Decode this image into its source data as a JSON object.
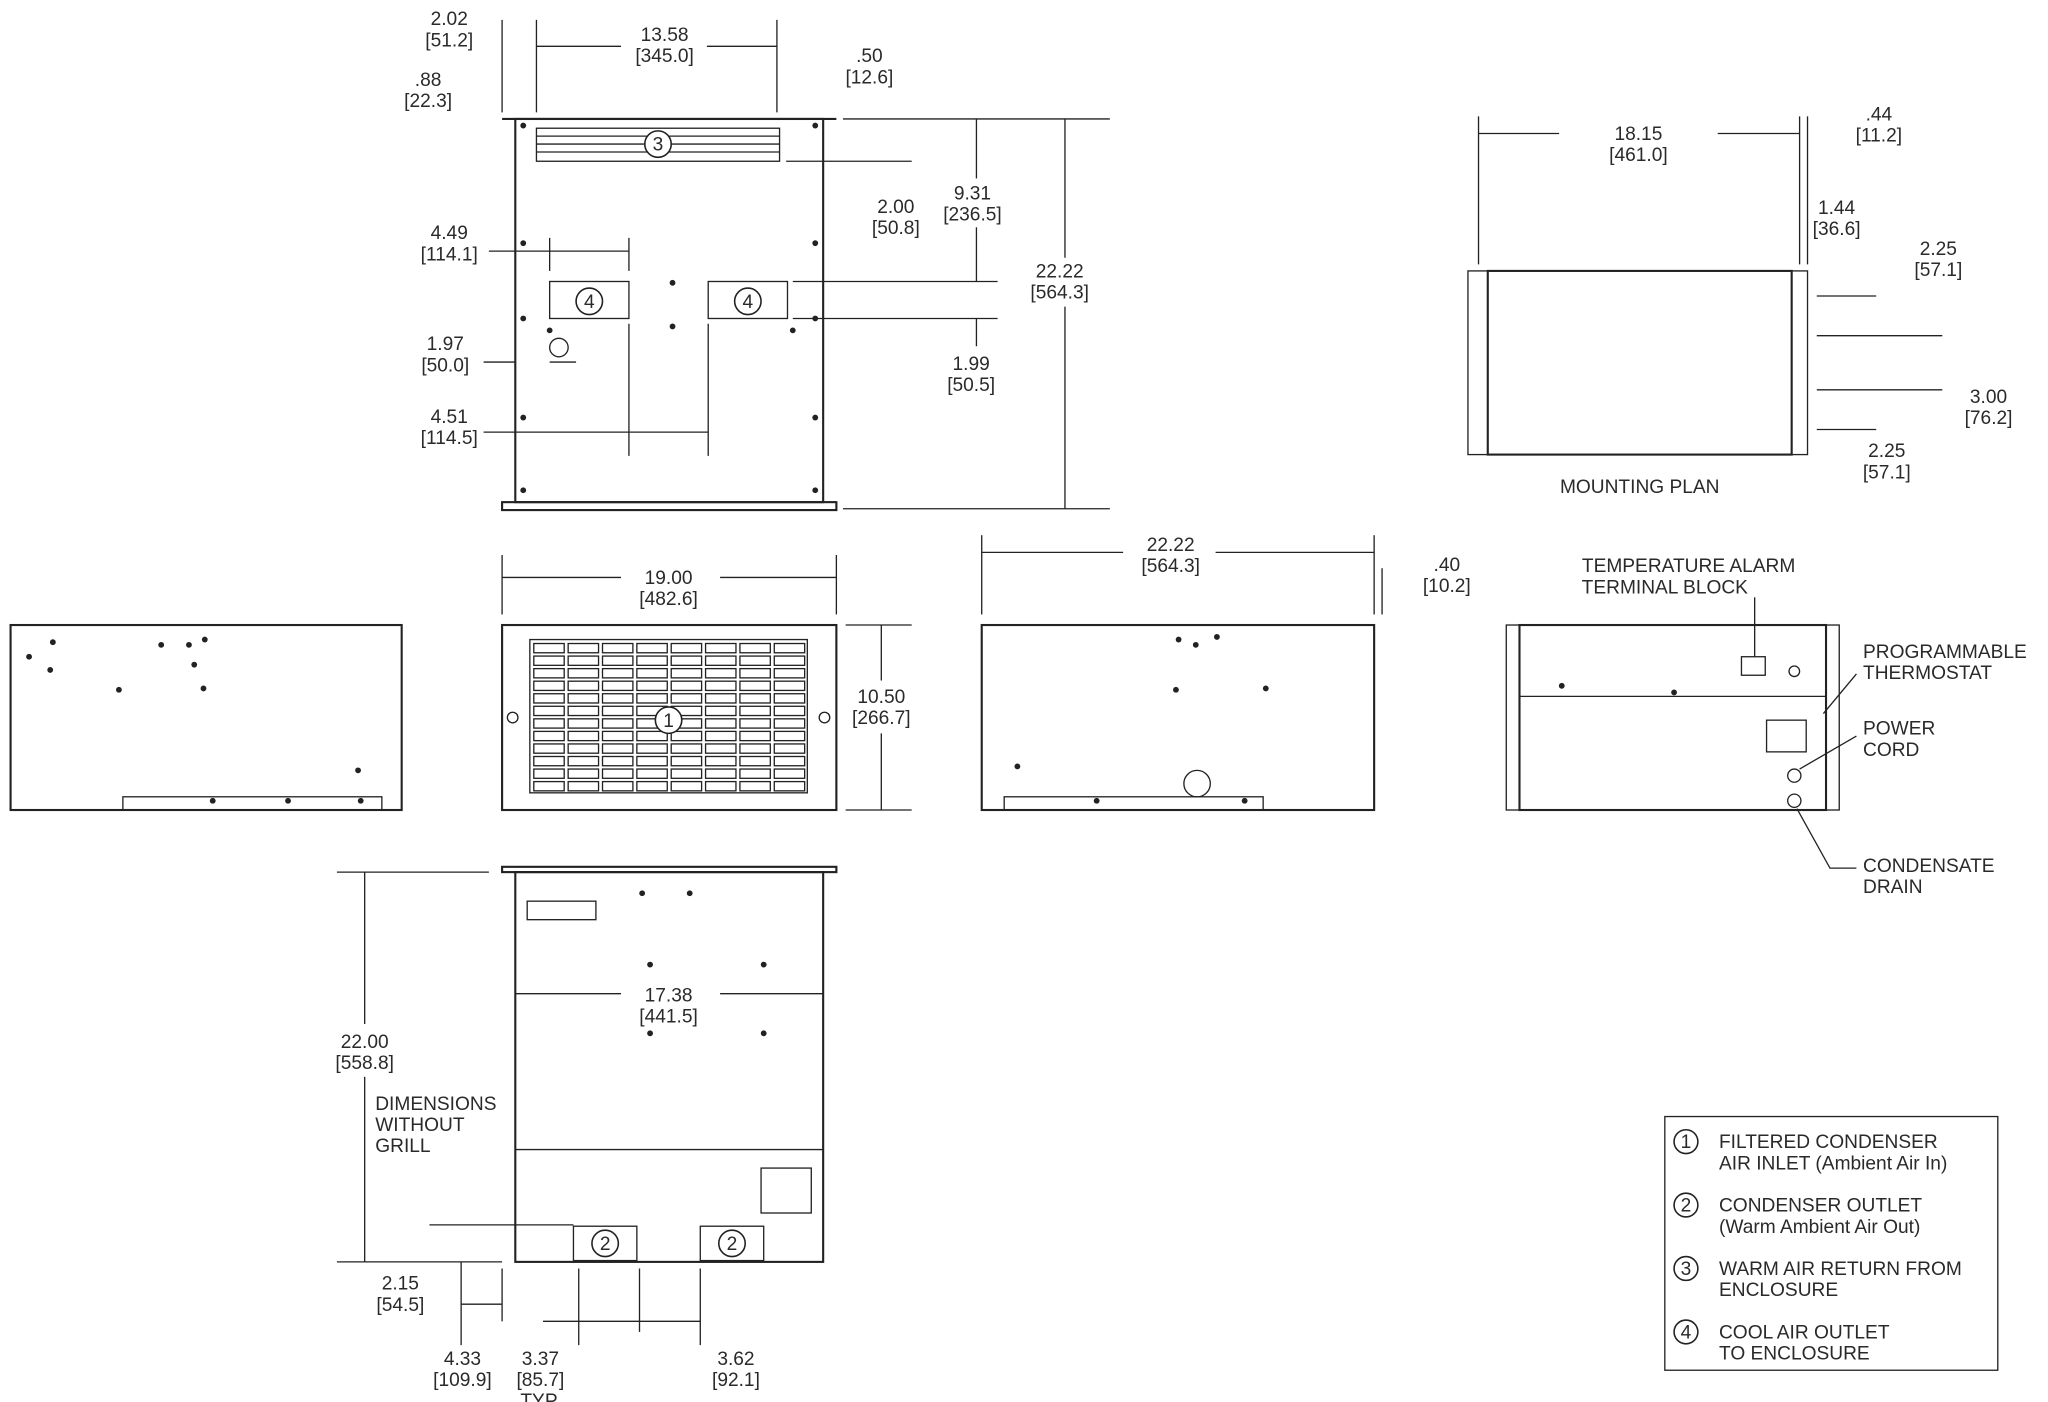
{
  "dims": [
    {
      "value": "2.02",
      "metric": "[51.2]"
    },
    {
      "value": ".88",
      "metric": "[22.3]"
    },
    {
      "value": "13.58",
      "metric": "[345.0]"
    },
    {
      "value": ".50",
      "metric": "[12.6]"
    },
    {
      "value": "2.00",
      "metric": "[50.8]"
    },
    {
      "value": "9.31",
      "metric": "[236.5]"
    },
    {
      "value": "22.22",
      "metric": "[564.3]"
    },
    {
      "value": "4.49",
      "metric": "[114.1]"
    },
    {
      "value": "1.97",
      "metric": "[50.0]"
    },
    {
      "value": "4.51",
      "metric": "[114.5]"
    },
    {
      "value": "1.99",
      "metric": "[50.5]"
    },
    {
      "value": "18.15",
      "metric": "[461.0]"
    },
    {
      "value": ".44",
      "metric": "[11.2]"
    },
    {
      "value": "1.44",
      "metric": "[36.6]"
    },
    {
      "value": "2.25",
      "metric": "[57.1]"
    },
    {
      "value": "3.00",
      "metric": "[76.2]"
    },
    {
      "value": "2.25",
      "metric": "[57.1]"
    },
    {
      "value": "19.00",
      "metric": "[482.6]"
    },
    {
      "value": "10.50",
      "metric": "[266.7]"
    },
    {
      "value": "22.22",
      "metric": "[564.3]"
    },
    {
      "value": ".40",
      "metric": "[10.2]"
    },
    {
      "value": "17.38",
      "metric": "[441.5]"
    },
    {
      "value": "22.00",
      "metric": "[558.8]"
    },
    {
      "value": "2.15",
      "metric": "[54.5]"
    },
    {
      "value": "4.33",
      "metric": "[109.9]"
    },
    {
      "value": "3.37",
      "metric": "[85.7]",
      "note": "TYP."
    },
    {
      "value": "3.62",
      "metric": "[92.1]"
    }
  ],
  "labels": {
    "mounting_plan": "MOUNTING PLAN",
    "temp_alarm_1": "TEMPERATURE ALARM",
    "temp_alarm_2": "TERMINAL BLOCK",
    "thermostat_1": "PROGRAMMABLE",
    "thermostat_2": "THERMOSTAT",
    "power_1": "POWER",
    "power_2": "CORD",
    "drain_1": "CONDENSATE",
    "drain_2": "DRAIN",
    "no_grill_1": "DIMENSIONS",
    "no_grill_2": "WITHOUT",
    "no_grill_3": "GRILL"
  },
  "callouts": {
    "c1": "1",
    "c2": "2",
    "c3": "3",
    "c4": "4"
  },
  "legend": [
    {
      "num": "1",
      "line1": "FILTERED CONDENSER",
      "line2": "AIR INLET (Ambient Air In)"
    },
    {
      "num": "2",
      "line1": "CONDENSER OUTLET",
      "line2": "(Warm Ambient Air Out)"
    },
    {
      "num": "3",
      "line1": "WARM AIR RETURN FROM",
      "line2": "ENCLOSURE"
    },
    {
      "num": "4",
      "line1": "COOL AIR OUTLET",
      "line2": "TO ENCLOSURE"
    }
  ]
}
